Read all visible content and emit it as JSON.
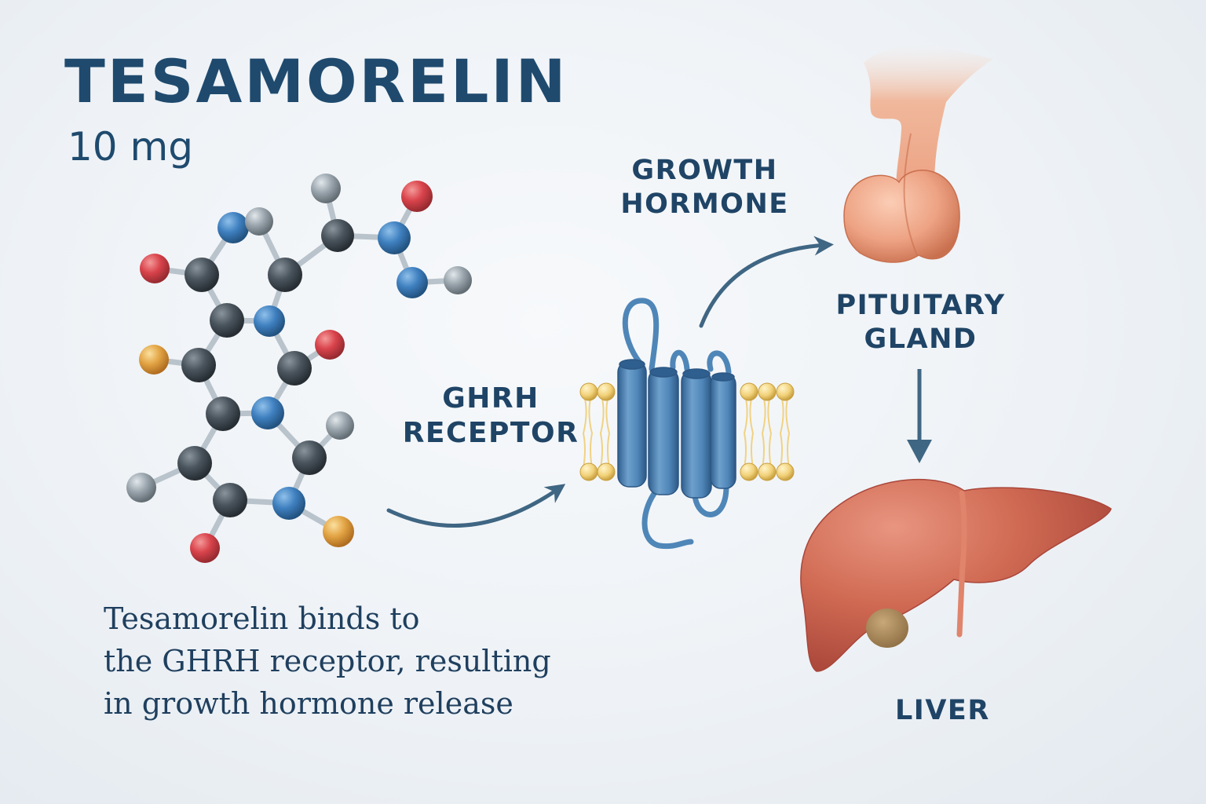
{
  "header": {
    "title": "TESAMORELIN",
    "dose": "10 mg"
  },
  "labels": {
    "growth_hormone_line1": "GROWTH",
    "growth_hormone_line2": "HORMONE",
    "ghrh_line1": "GHRH",
    "ghrh_line2": "RECEPTOR",
    "pituitary_line1": "PITUITARY",
    "pituitary_line2": "GLAND",
    "liver": "LIVER"
  },
  "description": {
    "line1": "Tesamorelin binds to",
    "line2": "the GHRH receptor, resulting",
    "line3": "in growth hormone release"
  },
  "colors": {
    "text_primary": "#1f4a6e",
    "arrow": "#3f6683",
    "atom_carbon": "#4a5560",
    "atom_nitrogen": "#3f80c0",
    "atom_oxygen": "#d9434b",
    "atom_hydrogen": "#9aa5ad",
    "atom_sulfur": "#e3a545",
    "receptor": "#4f86b8",
    "membrane": "#f2d27a",
    "pituitary": "#eda283",
    "liver": "#cf6a52",
    "gallbladder": "#a98a5e"
  }
}
